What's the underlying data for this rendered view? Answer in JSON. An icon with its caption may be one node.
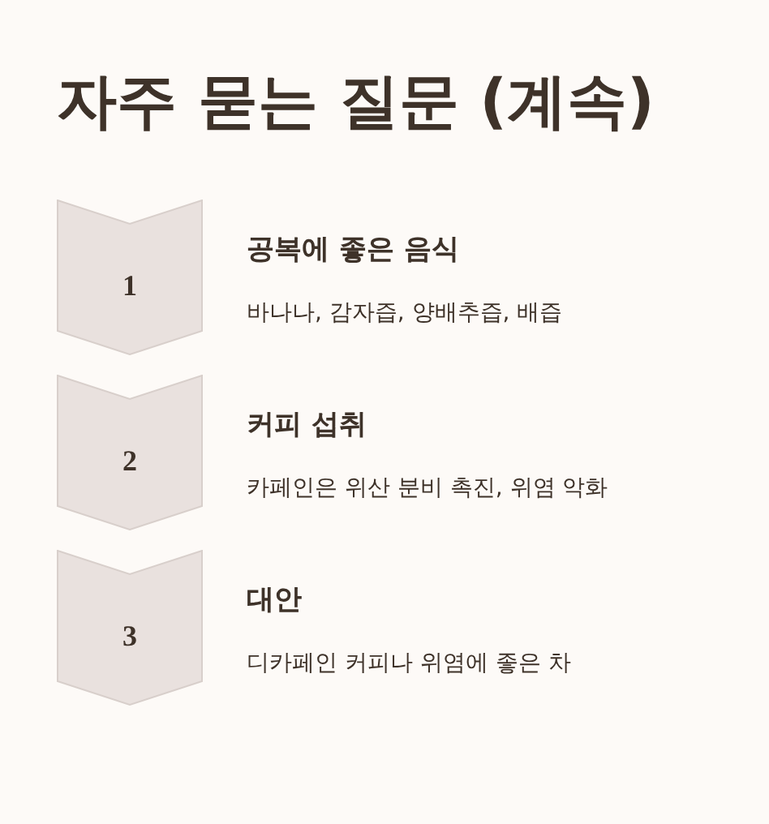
{
  "diagram": {
    "title": "자주 묻는 질문 (계속)",
    "nodes": [
      {
        "text": [
          "1"
        ],
        "beside": [
          "공복에 좋은 음식",
          "바나나, 감자즙, 양배추즙, 배즙"
        ]
      },
      {
        "text": [
          "2"
        ],
        "beside": [
          "커피 섭취",
          "카페인은 위산 분비 촉진, 위염 악화"
        ]
      },
      {
        "text": [
          "3"
        ],
        "beside": [
          "대안",
          "디카페인 커피나 위염에 좋은 차"
        ]
      }
    ]
  }
}
